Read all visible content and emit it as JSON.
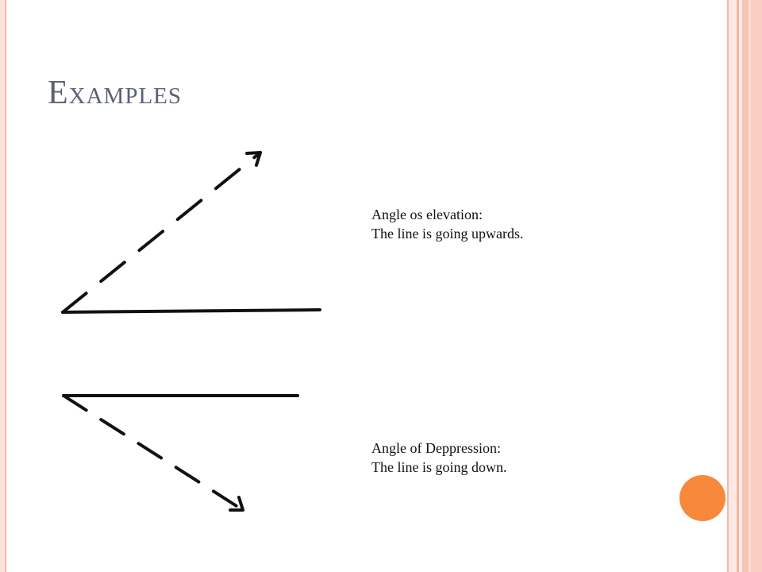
{
  "slide": {
    "title": "Examples",
    "elevation": {
      "line1": "Angle os elevation:",
      "line2": "The line is going upwards."
    },
    "depression": {
      "line1": "Angle of Deppression:",
      "line2": "The line is going down."
    }
  },
  "colors": {
    "title": "#5a6174",
    "accent_dot": "#f7883c",
    "border": "#f3b8a6"
  }
}
